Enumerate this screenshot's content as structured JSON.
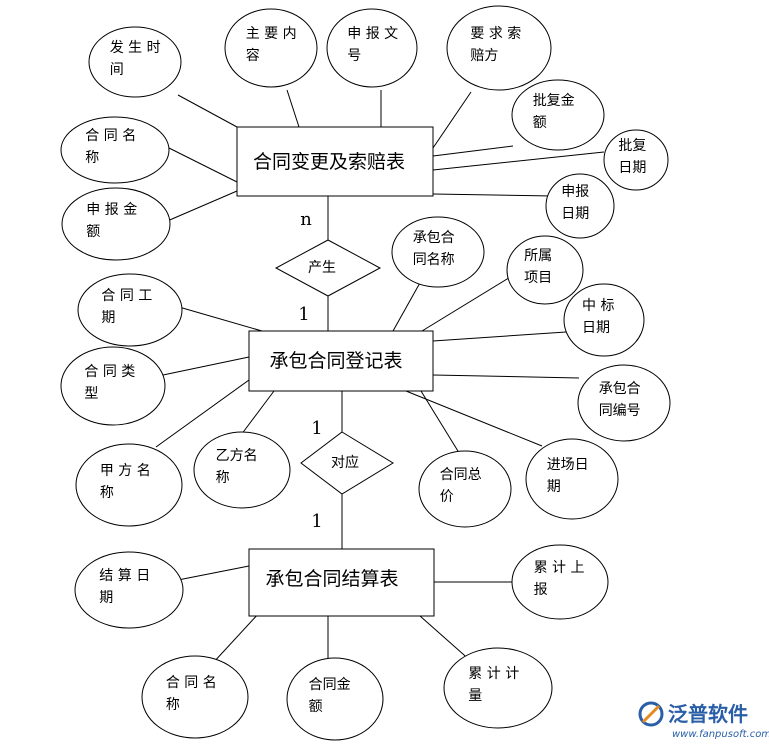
{
  "diagram": {
    "entities": {
      "change": "合同变更及索赔表",
      "register": "承包合同登记表",
      "settle": "承包合同结算表"
    },
    "relations": {
      "produce": "产生",
      "correspond": "对应"
    },
    "cardinality": {
      "produce_top": "n",
      "produce_bottom": "1",
      "correspond_top": "1",
      "correspond_bottom": "1"
    },
    "attributes": {
      "change": [
        [
          "发 生 时",
          "间"
        ],
        [
          "主 要 内",
          "容"
        ],
        [
          "申 报 文",
          "号"
        ],
        [
          "要 求 索",
          "赔方"
        ],
        [
          "批复金",
          "额"
        ],
        [
          "批复",
          "日期"
        ],
        [
          "申报",
          "日期"
        ],
        [
          "合 同 名",
          "称"
        ],
        [
          "申 报 金",
          "额"
        ]
      ],
      "register": [
        [
          "承包合",
          "同名称"
        ],
        [
          "所属",
          "项目"
        ],
        [
          "中  标",
          "日期"
        ],
        [
          "承包合",
          "同编号"
        ],
        [
          "进场日",
          "期"
        ],
        [
          "合同总",
          "价"
        ],
        [
          "乙方名",
          "称"
        ],
        [
          "甲 方 名",
          "称"
        ],
        [
          "合 同 类",
          "型"
        ],
        [
          "合 同 工",
          "期"
        ]
      ],
      "settle": [
        [
          "累 计 上",
          "报"
        ],
        [
          "累 计 计",
          "量"
        ],
        [
          "合同金",
          "额"
        ],
        [
          "合 同 名",
          "称"
        ],
        [
          "结 算 日",
          "期"
        ]
      ]
    }
  },
  "watermark": {
    "brand": "泛普软件",
    "url": "www.fanpusoft.com",
    "color": "#2a5fa8"
  }
}
